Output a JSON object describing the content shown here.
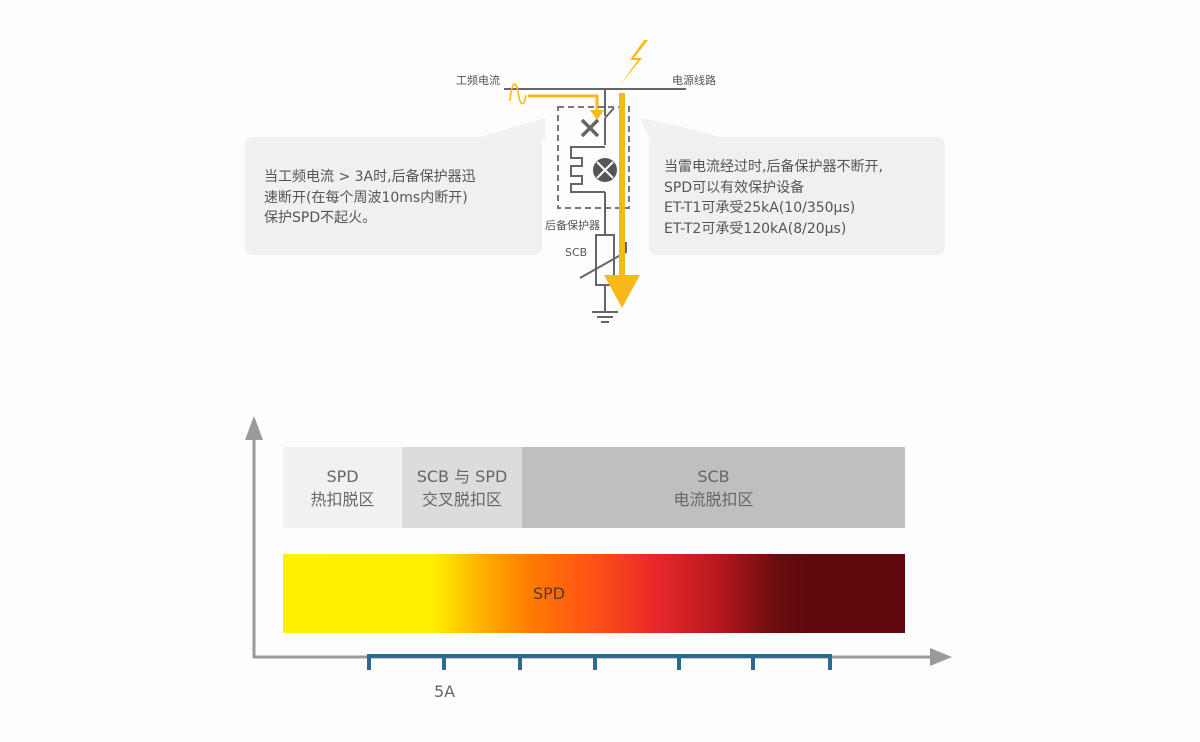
{
  "circuit": {
    "label_power_frequency_current": "工频电流",
    "label_power_line": "电源线路",
    "label_backup_protector": "后备保护器",
    "label_scb": "SCB",
    "accent_color": "#f8b81a",
    "line_color": "#666666"
  },
  "callouts": {
    "left": {
      "lines": [
        "当工频电流 > 3A时,后备保护器迅",
        "速断开(在每个周波10ms内断开)",
        "保护SPD不起火。"
      ]
    },
    "right": {
      "lines": [
        "当雷电流经过时,后备保护器不断开,",
        "SPD可以有效保护设备",
        "ET-T1可承受25kA(10/350μs)",
        "ET-T2可承受120kA(8/20μs)"
      ]
    }
  },
  "chart": {
    "zones": [
      {
        "line1": "SPD",
        "line2": "热扣脱区",
        "color": "#f1f1f1"
      },
      {
        "line1": "SCB 与 SPD",
        "line2": "交叉脱扣区",
        "color": "#dcdcdc"
      },
      {
        "line1": "SCB",
        "line2": "电流脱扣区",
        "color": "#bfbfbf"
      }
    ],
    "gradient_bar_label": "SPD",
    "x_tick_label": "5A",
    "tick_count": 7,
    "axis_color": "#9a9a9a",
    "tick_color": "#2d6a8f"
  }
}
